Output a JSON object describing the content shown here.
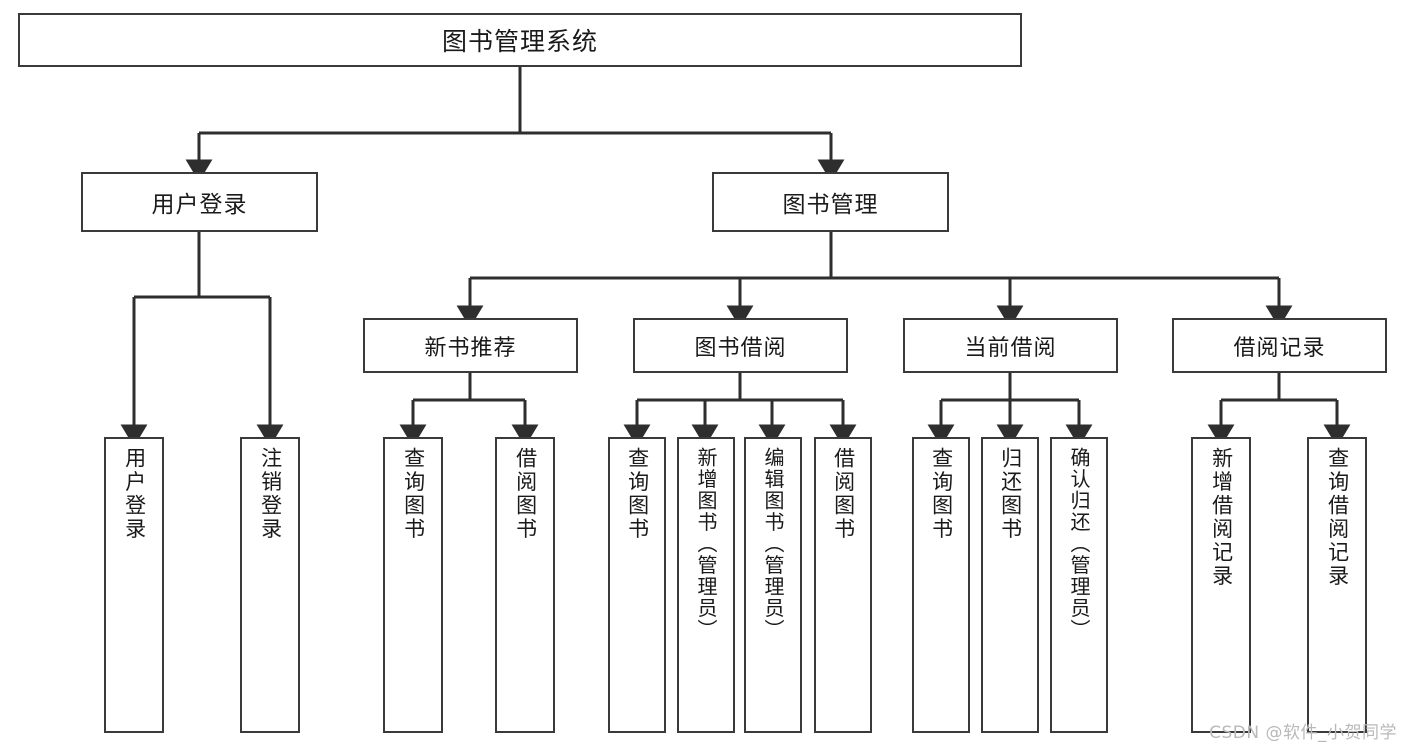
{
  "diagram": {
    "type": "tree-hierarchy-diagram",
    "title": "图书管理系统",
    "stroke_color": "#3a3a3a",
    "text_color": "#1a1a1a",
    "background_color": "#ffffff"
  },
  "root": {
    "label": "图书管理系统"
  },
  "level1": [
    {
      "label": "用户登录"
    },
    {
      "label": "图书管理"
    }
  ],
  "level2": [
    {
      "label": "新书推荐"
    },
    {
      "label": "图书借阅"
    },
    {
      "label": "当前借阅"
    },
    {
      "label": "借阅记录"
    }
  ],
  "leaves": {
    "user_login": [
      {
        "label": "用户登录"
      },
      {
        "label": "注销登录"
      }
    ],
    "new_book_recommend": [
      {
        "label": "查询图书"
      },
      {
        "label": "借阅图书"
      }
    ],
    "book_borrow": [
      {
        "label": "查询图书"
      },
      {
        "label": "新增图书（管理员）"
      },
      {
        "label": "编辑图书（管理员）"
      },
      {
        "label": "借阅图书"
      }
    ],
    "current_borrow": [
      {
        "label": "查询图书"
      },
      {
        "label": "归还图书"
      },
      {
        "label": "确认归还（管理员）"
      }
    ],
    "borrow_record": [
      {
        "label": "新增借阅记录"
      },
      {
        "label": "查询借阅记录"
      }
    ]
  },
  "watermark": {
    "text": "CSDN @软件_小贺同学"
  }
}
